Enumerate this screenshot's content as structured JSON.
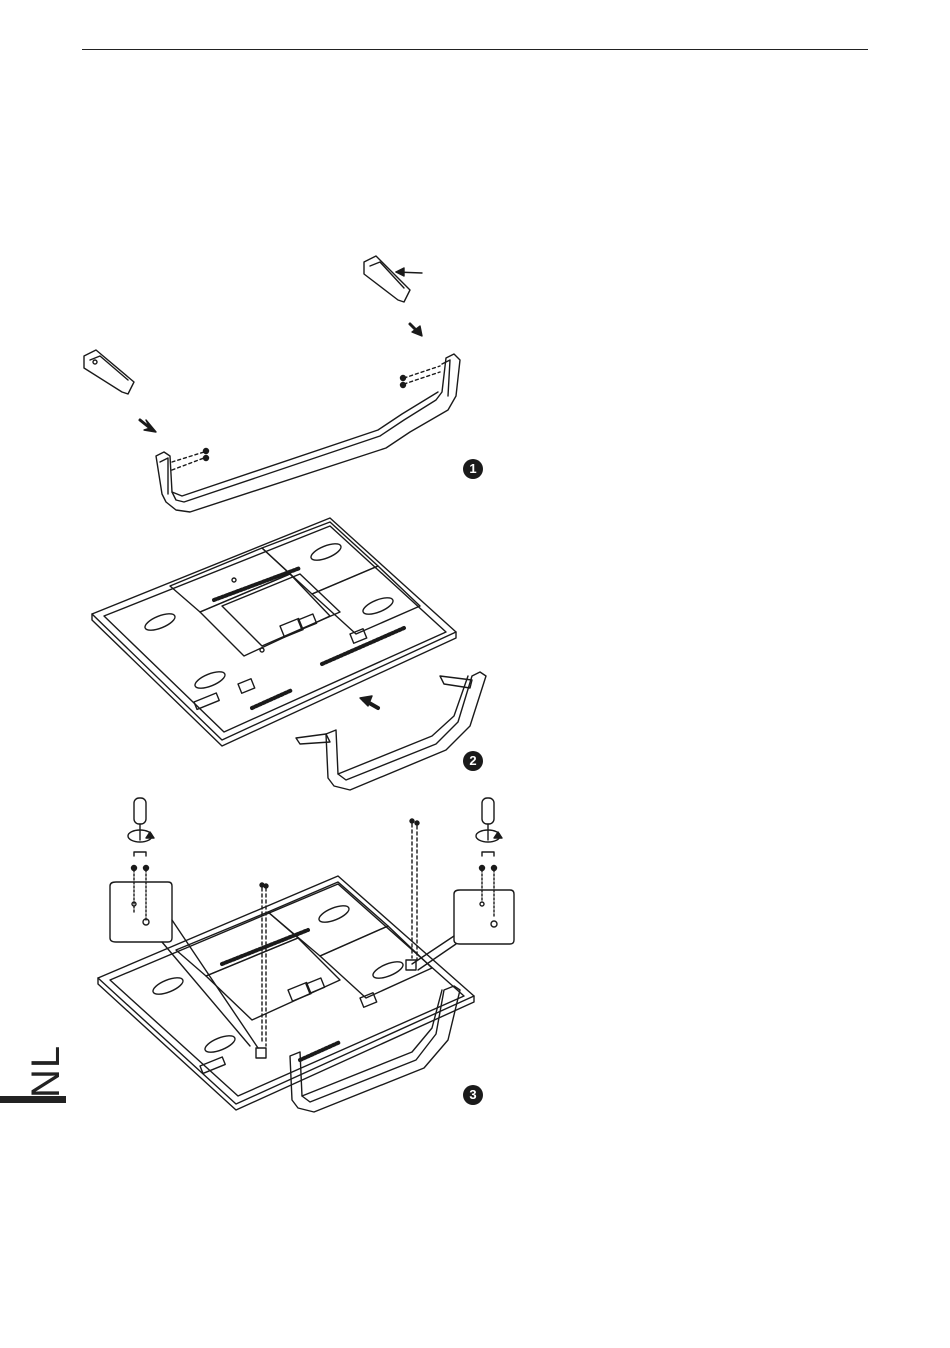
{
  "page": {
    "language_tab": "NL"
  },
  "steps": [
    {
      "number": "1"
    },
    {
      "number": "2"
    },
    {
      "number": "3"
    }
  ],
  "icons": [
    "stand-leg-icon",
    "stand-base-icon",
    "screw-icon",
    "arrow-icon",
    "tv-back-panel-icon",
    "screwdriver-icon",
    "rotate-icon"
  ]
}
